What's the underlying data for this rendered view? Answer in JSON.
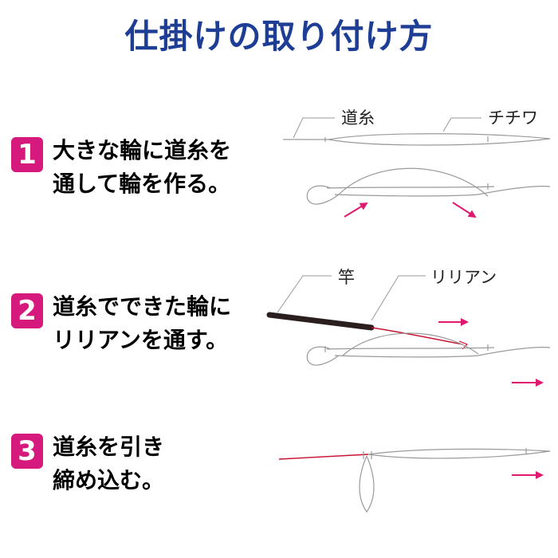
{
  "title": "仕掛けの取り付け方",
  "colors": {
    "title": "#1e3e96",
    "step_badge": "#d6197c",
    "line_gray": "#9a9a9a",
    "lilian_red": "#c8102e",
    "arrow_pink": "#e0186f",
    "rod_dark": "#2a1e1e"
  },
  "steps": [
    {
      "number": "1",
      "lines": [
        "大きな輪に道糸を",
        "通して輪を作る。"
      ]
    },
    {
      "number": "2",
      "lines": [
        "道糸でできた輪に",
        "リリアンを通す。"
      ]
    },
    {
      "number": "3",
      "lines": [
        "道糸を引き",
        "締め込む。"
      ]
    }
  ],
  "labels": {
    "michiito": "道糸",
    "chichiwa": "チチワ",
    "sao": "竿",
    "lilian": "リリアン"
  }
}
